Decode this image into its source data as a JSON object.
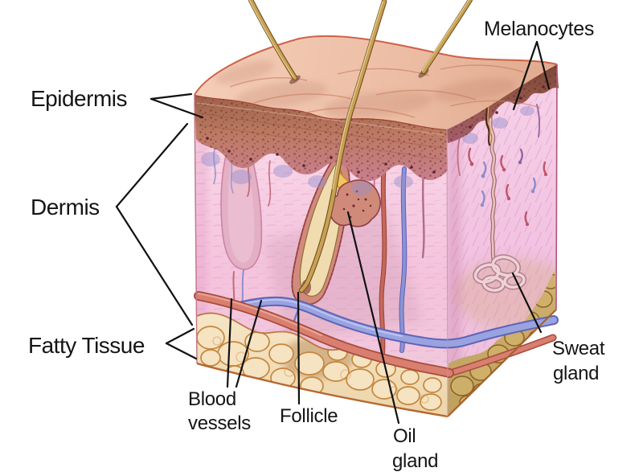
{
  "labels": {
    "epidermis": "Epidermis",
    "dermis": "Dermis",
    "fatty_tissue": "Fatty Tissue",
    "melanocytes": "Melanocytes",
    "blood_vessels": {
      "line1": "Blood",
      "line2": "vessels"
    },
    "follicle": "Follicle",
    "oil_gland": {
      "line1": "Oil",
      "line2": "gland"
    },
    "sweat_gland": {
      "line1": "Sweat",
      "line2": "gland"
    }
  },
  "colors": {
    "background": "#ffffff",
    "label_text": "#151515",
    "leader_line": "#111111",
    "skin_surface": "#eec3ac",
    "epidermis_front": "#bd7a62",
    "epidermis_side": "#8a5040",
    "dermis_pink": "#f4c3dd",
    "fat_cream": "#f3debc",
    "fat_side_tan": "#c9a95f",
    "artery_red": "#d97f70",
    "vein_blue": "#98a3e0",
    "hair_tan": "#c9a055",
    "melanocyte_dot": "#5e2230",
    "sweat_gland_pink": "#eed2d6",
    "oil_gland_yellow": "#f2c75f"
  }
}
